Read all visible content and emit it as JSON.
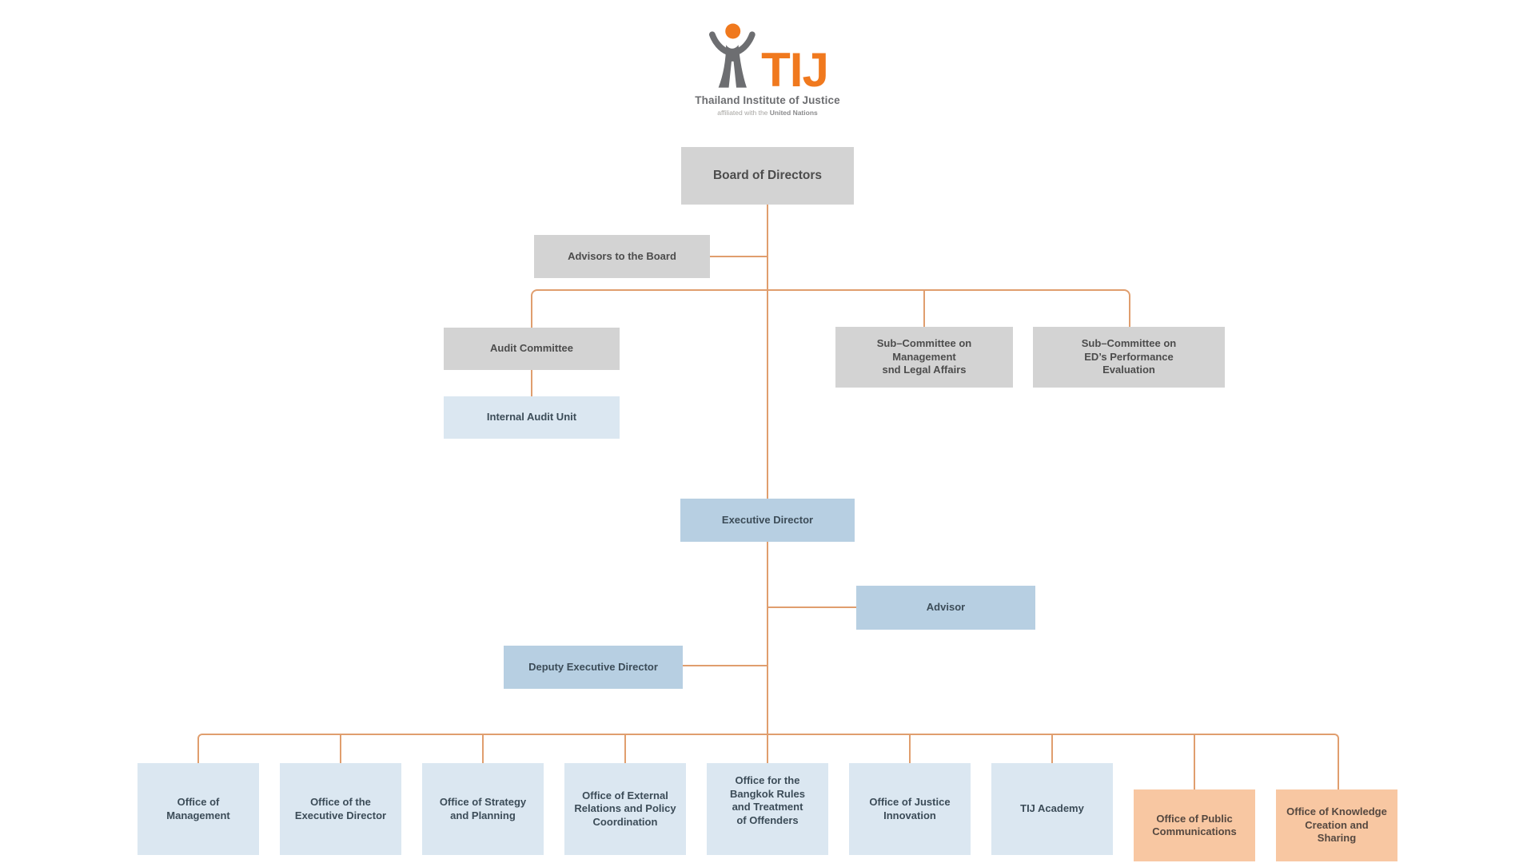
{
  "logo": {
    "acronym": "TIJ",
    "name": "Thailand Institute of Justice",
    "tagline_prefix": "affiliated with the ",
    "tagline_bold": "United Nations"
  },
  "org": {
    "board": {
      "label": "Board of Directors"
    },
    "advisors": {
      "label": "Advisors to the Board"
    },
    "committees": [
      {
        "label": "Audit Committee"
      },
      {
        "label": "Sub–Committee on\nManagement\nsnd Legal Affairs"
      },
      {
        "label": "Sub–Committee on\nED’s Performance\nEvaluation"
      }
    ],
    "internal_audit": {
      "label": "Internal Audit Unit"
    },
    "executive_director": {
      "label": "Executive Director"
    },
    "advisor": {
      "label": "Advisor"
    },
    "deputy_executive_director": {
      "label": "Deputy Executive Director"
    },
    "offices": [
      {
        "label": "Office of\nManagement"
      },
      {
        "label": "Office of the\nExecutive Director"
      },
      {
        "label": "Office of Strategy\nand Planning"
      },
      {
        "label": "Office of External\nRelations and Policy\nCoordination"
      },
      {
        "label": "Office for the\nBangkok Rules\nand Treatment\nof Offenders"
      },
      {
        "label": "Office of Justice\nInnovation"
      },
      {
        "label": "TIJ Academy"
      },
      {
        "label": "Office of Public\nCommunications"
      },
      {
        "label": "Office of Knowledge\nCreation and\nSharing"
      }
    ]
  },
  "palette": {
    "box_gray": "#d3d3d3",
    "box_blue": "#b7cfe2",
    "box_light_blue": "#dbe7f1",
    "box_orange": "#f8c7a2",
    "connector": "#e09e6e",
    "text_dark": "#4c4c4c",
    "text_blue_dark": "#3c4c58",
    "text_orange_dark": "#554840",
    "logo_orange": "#f0791e",
    "logo_gray": "#6d6e71",
    "logo_tagline": "#a7a5a2"
  }
}
